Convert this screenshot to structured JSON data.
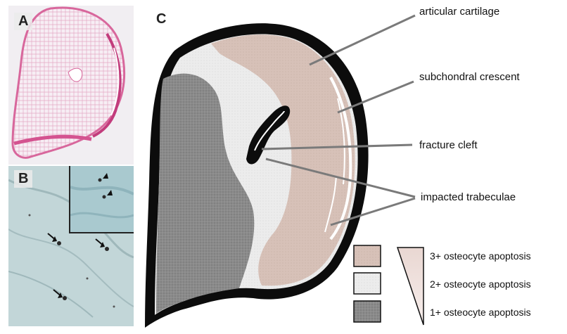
{
  "panels": {
    "a": {
      "letter": "A"
    },
    "b": {
      "letter": "B"
    },
    "c": {
      "letter": "C"
    }
  },
  "labels": {
    "articular_cartilage": "articular cartilage",
    "subchondral_crescent": "subchondral crescent",
    "fracture_cleft": "fracture cleft",
    "impacted_trabeculae": "impacted trabeculae"
  },
  "legend": {
    "items": [
      {
        "label": "3+ osteocyte apoptosis",
        "color": "#d7c1b8"
      },
      {
        "label": "2+ osteocyte apoptosis",
        "color": "#ececec"
      },
      {
        "label": "1+ osteocyte apoptosis",
        "color": "#8a8a8a"
      }
    ]
  }
}
